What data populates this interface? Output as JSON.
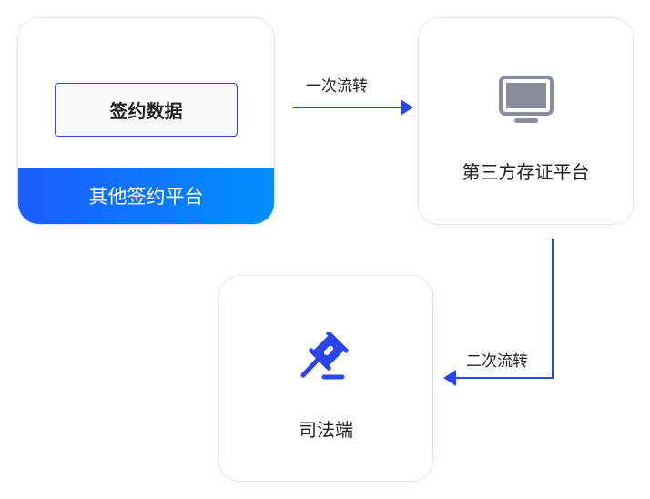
{
  "nodes": {
    "source": {
      "data_label": "签约数据",
      "platform_label": "其他签约平台"
    },
    "evidence": {
      "label": "第三方存证平台",
      "icon": "monitor-icon"
    },
    "judicial": {
      "label": "司法端",
      "icon": "gavel-icon"
    }
  },
  "edges": {
    "first": "一次流转",
    "second": "二次流转"
  },
  "colors": {
    "accent": "#2a45e8",
    "gradient_start": "#1b5cff",
    "gradient_end": "#0090ff",
    "icon_gray": "#8a8e9c"
  }
}
